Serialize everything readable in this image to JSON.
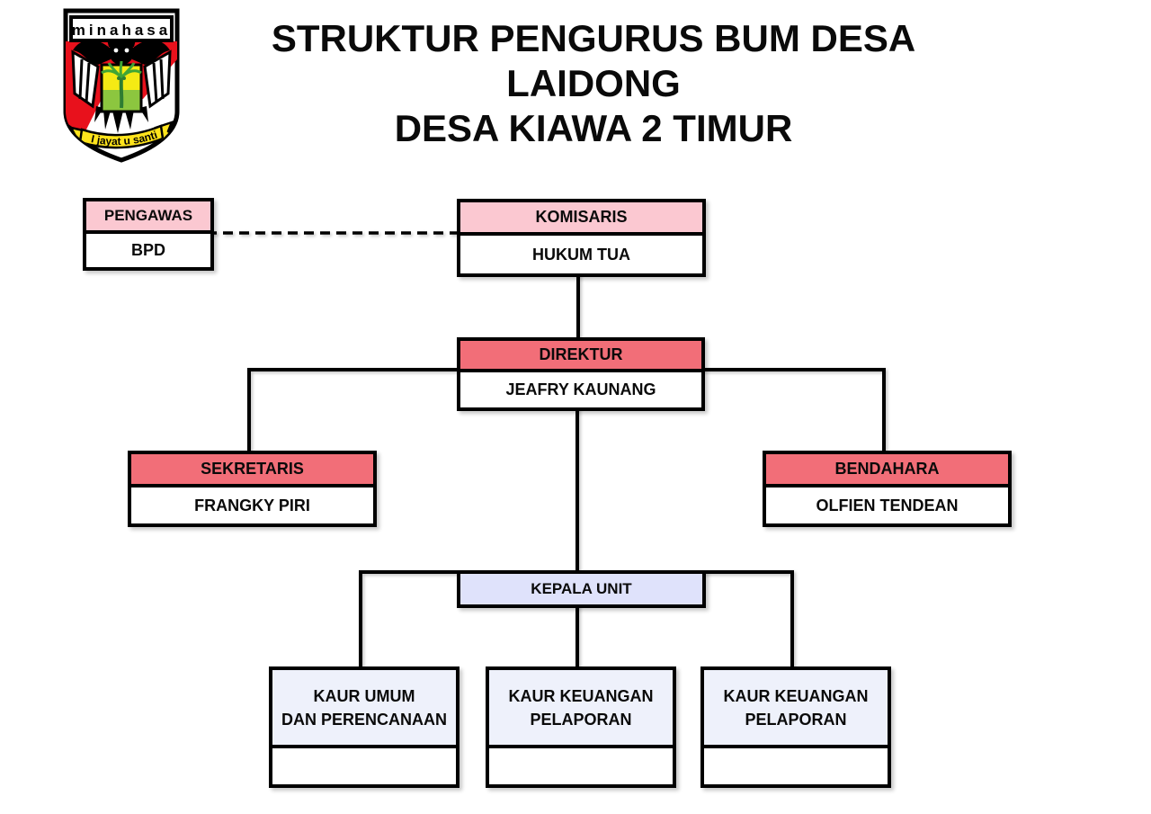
{
  "title": {
    "line1": "STRUKTUR PENGURUS BUM DESA",
    "line2": "LAIDONG",
    "line3": "DESA KIAWA 2 TIMUR"
  },
  "logo": {
    "name": "minahasa",
    "motto": "I jayat u santi"
  },
  "colors": {
    "pink_header": "#fbc8d1",
    "red_header": "#f26e78",
    "lavender_header": "#dfe2fb",
    "light_lavender_header": "#eef1fb",
    "line": "#000000",
    "logo_red": "#e8111c",
    "logo_yellow": "#f5ea14",
    "logo_green": "#6dbe45"
  },
  "org": {
    "pengawas": {
      "title": "PENGAWAS",
      "name": "BPD"
    },
    "komisaris": {
      "title": "KOMISARIS",
      "name": "HUKUM TUA"
    },
    "direktur": {
      "title": "DIREKTUR",
      "name": "JEAFRY KAUNANG"
    },
    "sekretaris": {
      "title": "SEKRETARIS",
      "name": "FRANGKY PIRI"
    },
    "bendahara": {
      "title": "BENDAHARA",
      "name": "OLFIEN TENDEAN"
    },
    "kepala_unit": {
      "title": "KEPALA UNIT"
    },
    "units": [
      {
        "title_line1": "KAUR UMUM",
        "title_line2": "DAN PERENCANAAN",
        "name": ""
      },
      {
        "title_line1": "KAUR KEUANGAN",
        "title_line2": "PELAPORAN",
        "name": ""
      },
      {
        "title_line1": "KAUR KEUANGAN",
        "title_line2": "PELAPORAN",
        "name": ""
      }
    ]
  }
}
